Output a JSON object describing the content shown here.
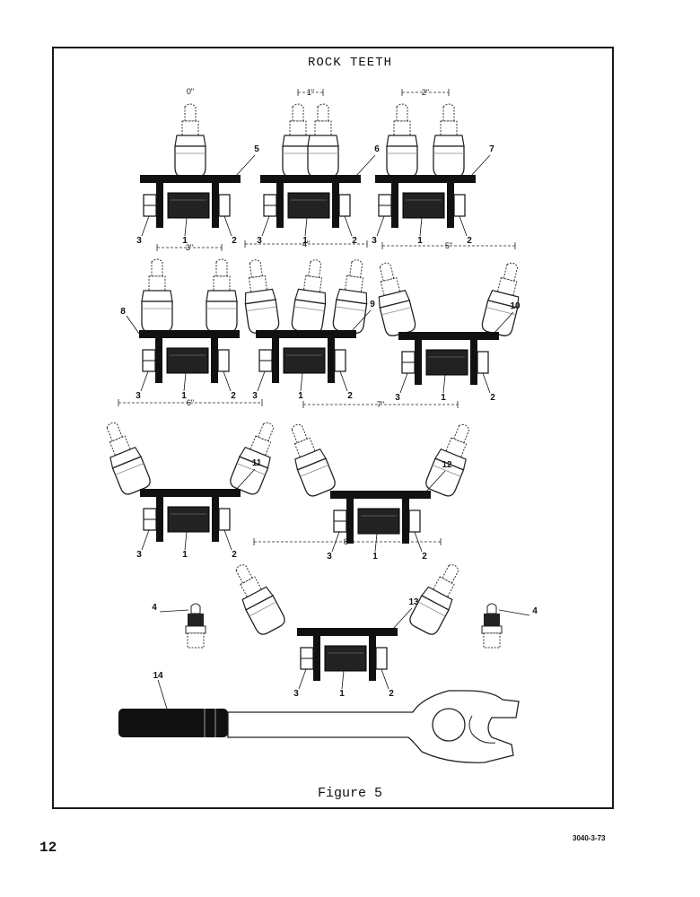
{
  "page": {
    "title": "ROCK TEETH",
    "caption": "Figure 5",
    "page_number": "12",
    "doc_code": "3040-3-73"
  },
  "assemblies": [
    {
      "spacing": "0\"",
      "ref": "5",
      "parts": [
        "1",
        "2",
        "3"
      ]
    },
    {
      "spacing": "1\"",
      "ref": "6",
      "parts": [
        "1",
        "2",
        "3"
      ]
    },
    {
      "spacing": "2\"",
      "ref": "7",
      "parts": [
        "1",
        "2",
        "3"
      ]
    },
    {
      "spacing": "3\"",
      "ref": "8",
      "parts": [
        "1",
        "2",
        "3"
      ]
    },
    {
      "spacing": "4\"",
      "ref": "9",
      "parts": [
        "1",
        "2",
        "3"
      ]
    },
    {
      "spacing": "5\"",
      "ref": "10",
      "parts": [
        "1",
        "2",
        "3"
      ]
    },
    {
      "spacing": "6\"",
      "ref": "11",
      "parts": [
        "1",
        "2",
        "3"
      ]
    },
    {
      "spacing": "7\"",
      "ref": "12",
      "parts": [
        "1",
        "2",
        "3"
      ]
    },
    {
      "spacing": "8\"",
      "ref": "13",
      "parts": [
        "1",
        "2",
        "3"
      ]
    }
  ],
  "loose_tooth_label": "4",
  "wrench_label": "14"
}
